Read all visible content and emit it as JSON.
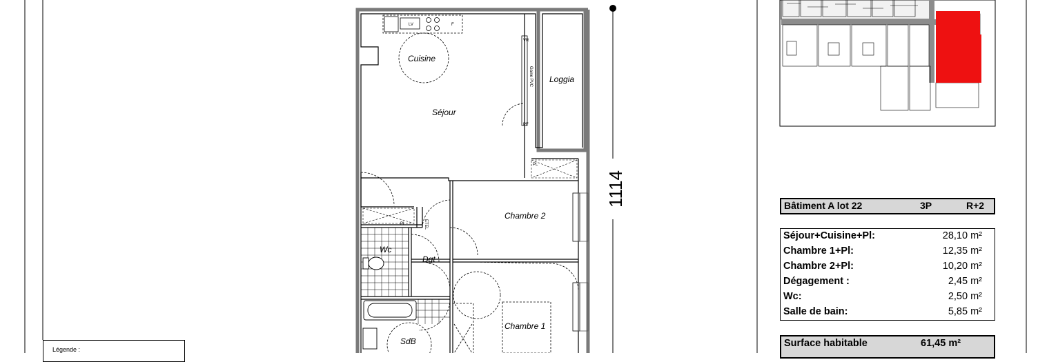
{
  "plan": {
    "rooms": {
      "cuisine": "Cuisine",
      "sejour": "Séjour",
      "loggia": "Loggia",
      "chambre2": "Chambre 2",
      "chambre1": "Chambre 1",
      "wc": "Wc",
      "dgt": "Dgt",
      "sdb": "SdB"
    },
    "fixtures": {
      "lv": "LV",
      "f": "F",
      "vr": "VR",
      "pf": "PF",
      "pl": "PL",
      "eteel": "ETEL",
      "pl2": "PL",
      "gaine": "Gaine PVC"
    },
    "dimension": "1114"
  },
  "lot_header": {
    "title": "Bâtiment A lot 22",
    "type": "3P",
    "level": "R+2"
  },
  "areas": [
    {
      "label": "Séjour+Cuisine+Pl:",
      "value": "28,10 m²"
    },
    {
      "label": "Chambre 1+Pl:",
      "value": "12,35 m²"
    },
    {
      "label": "Chambre 2+Pl:",
      "value": "10,20 m²"
    },
    {
      "label": "Dégagement :",
      "value": "2,45 m²"
    },
    {
      "label": "Wc:",
      "value": "2,50 m²"
    },
    {
      "label": "Salle de bain:",
      "value": "5,85 m²"
    }
  ],
  "surface": {
    "label": "Surface habitable",
    "value": "61,45 m²"
  },
  "legend": {
    "title": "Légende :"
  },
  "colors": {
    "highlight": "#ee1111",
    "header_fill": "#d7d7d7",
    "wall": "#7a7a7a"
  }
}
